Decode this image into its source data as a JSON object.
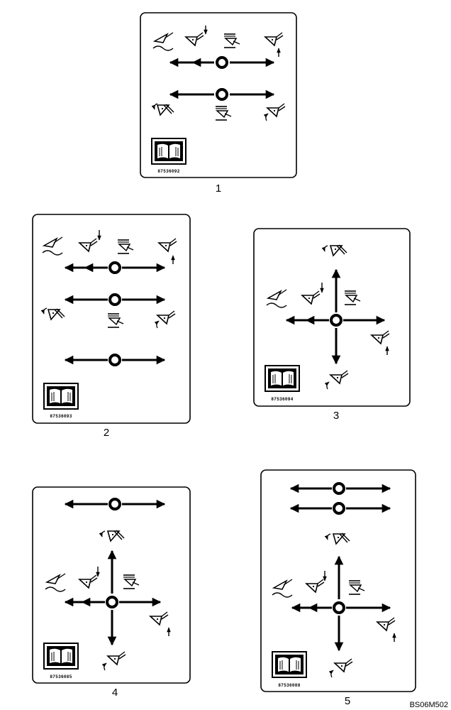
{
  "decals": [
    {
      "caption": "1",
      "part_number": "87536092"
    },
    {
      "caption": "2",
      "part_number": "87536093"
    },
    {
      "caption": "3",
      "part_number": "87536094"
    },
    {
      "caption": "4",
      "part_number": "87536085"
    },
    {
      "caption": "5",
      "part_number": "87536088"
    }
  ],
  "document_ref": "BS06M502"
}
